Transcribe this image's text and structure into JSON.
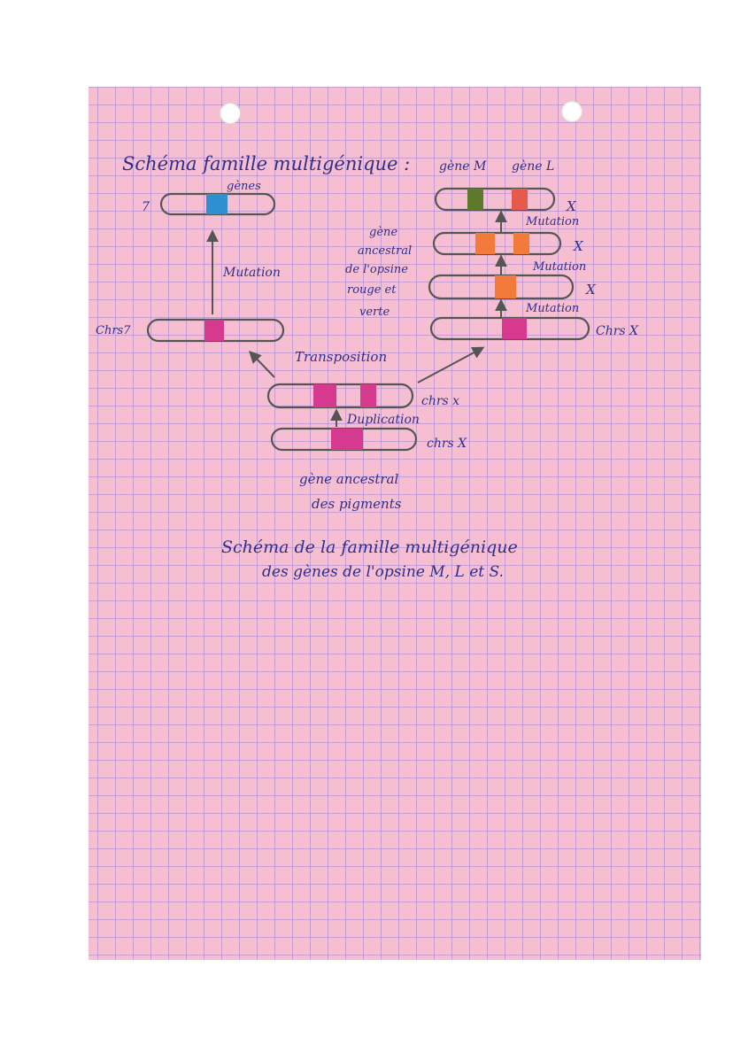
{
  "title": "Schéma famille multigénique :",
  "labels": {
    "genes": "gènes",
    "seven": "7",
    "chrs7": "Chrs7",
    "geneM": "gène M",
    "geneL": "gène L",
    "mutation_left": "Mutation",
    "mutation_r1": "Mutation",
    "mutation_r2": "Mutation",
    "mutation_r3": "Mutation",
    "x1": "X",
    "x2": "X",
    "x3": "X",
    "chrsX_right": "Chrs X",
    "ancestral_opsin": [
      "gène",
      "ancestral",
      "de l'opsine",
      "rouge et",
      "verte"
    ],
    "transposition": "Transposition",
    "chrsx_mid": "chrs x",
    "duplication": "Duplication",
    "chrsx_bottom": "chrs X",
    "ancestral_pigments": [
      "gène ancestral",
      "des pigments"
    ]
  },
  "caption": {
    "line1": "Schéma de la famille multigénique",
    "line2": "des gènes de l'opsine M, L et S."
  },
  "colors": {
    "paper": "#f6bfd1",
    "ink": "#2f2f8a",
    "magenta_gene": "#d63a8f",
    "blue_gene": "#2f8fd0",
    "orange_gene": "#f27a3a",
    "green_gene": "#5d7a2a",
    "red_gene": "#e55a4a"
  }
}
